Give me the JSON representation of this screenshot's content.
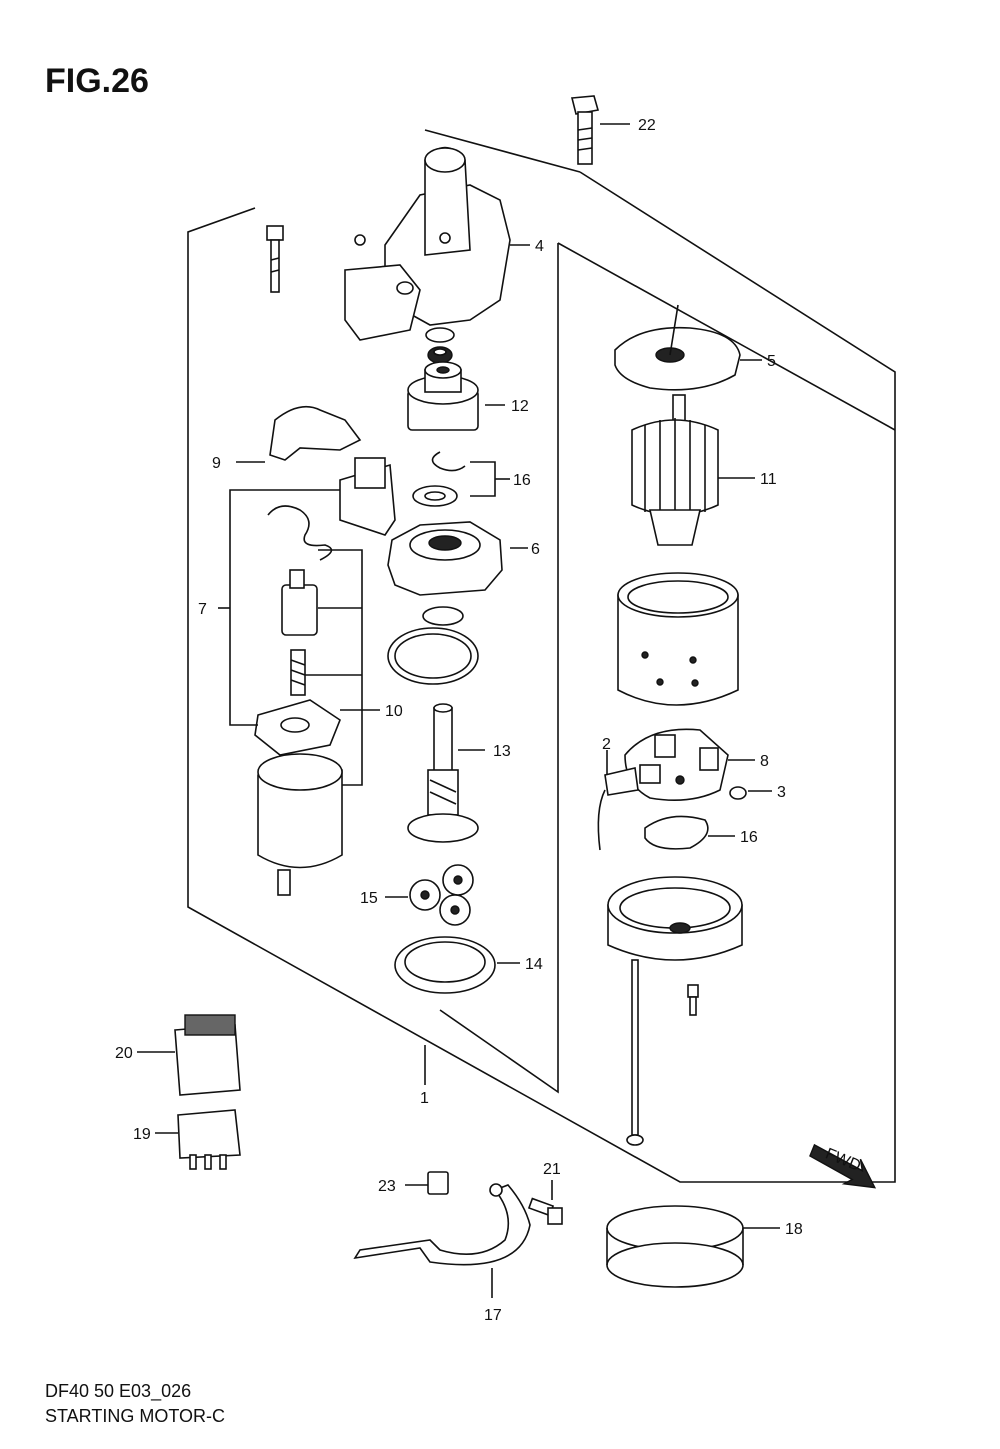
{
  "figure": {
    "number_label": "FIG.26",
    "code": "DF40 50 E03_026",
    "title": "STARTING MOTOR-C",
    "fwd_label": "FWD"
  },
  "callouts": [
    "1",
    "2",
    "3",
    "4",
    "5",
    "6",
    "7",
    "8",
    "9",
    "10",
    "11",
    "12",
    "13",
    "14",
    "15",
    "16",
    "16",
    "17",
    "18",
    "19",
    "20",
    "21",
    "22",
    "23"
  ]
}
